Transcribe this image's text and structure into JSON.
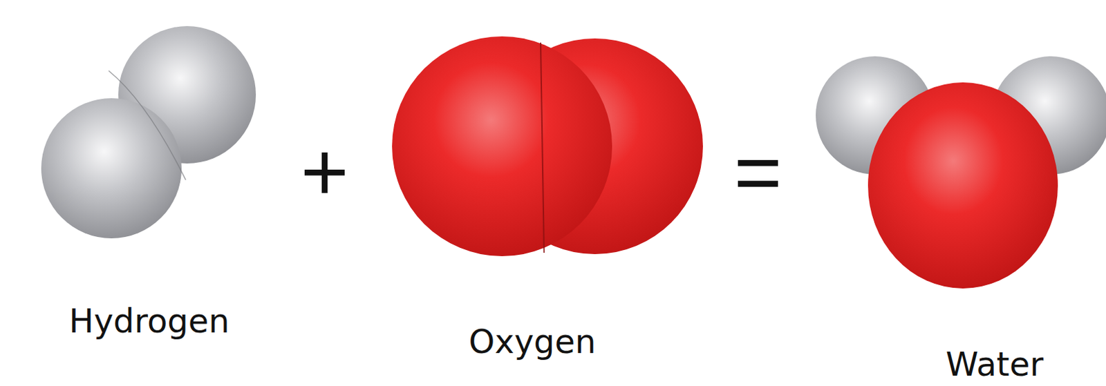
{
  "diagram": {
    "labels": [
      "Hydrogen",
      "+",
      "Oxygen",
      "=",
      "Water"
    ]
  }
}
